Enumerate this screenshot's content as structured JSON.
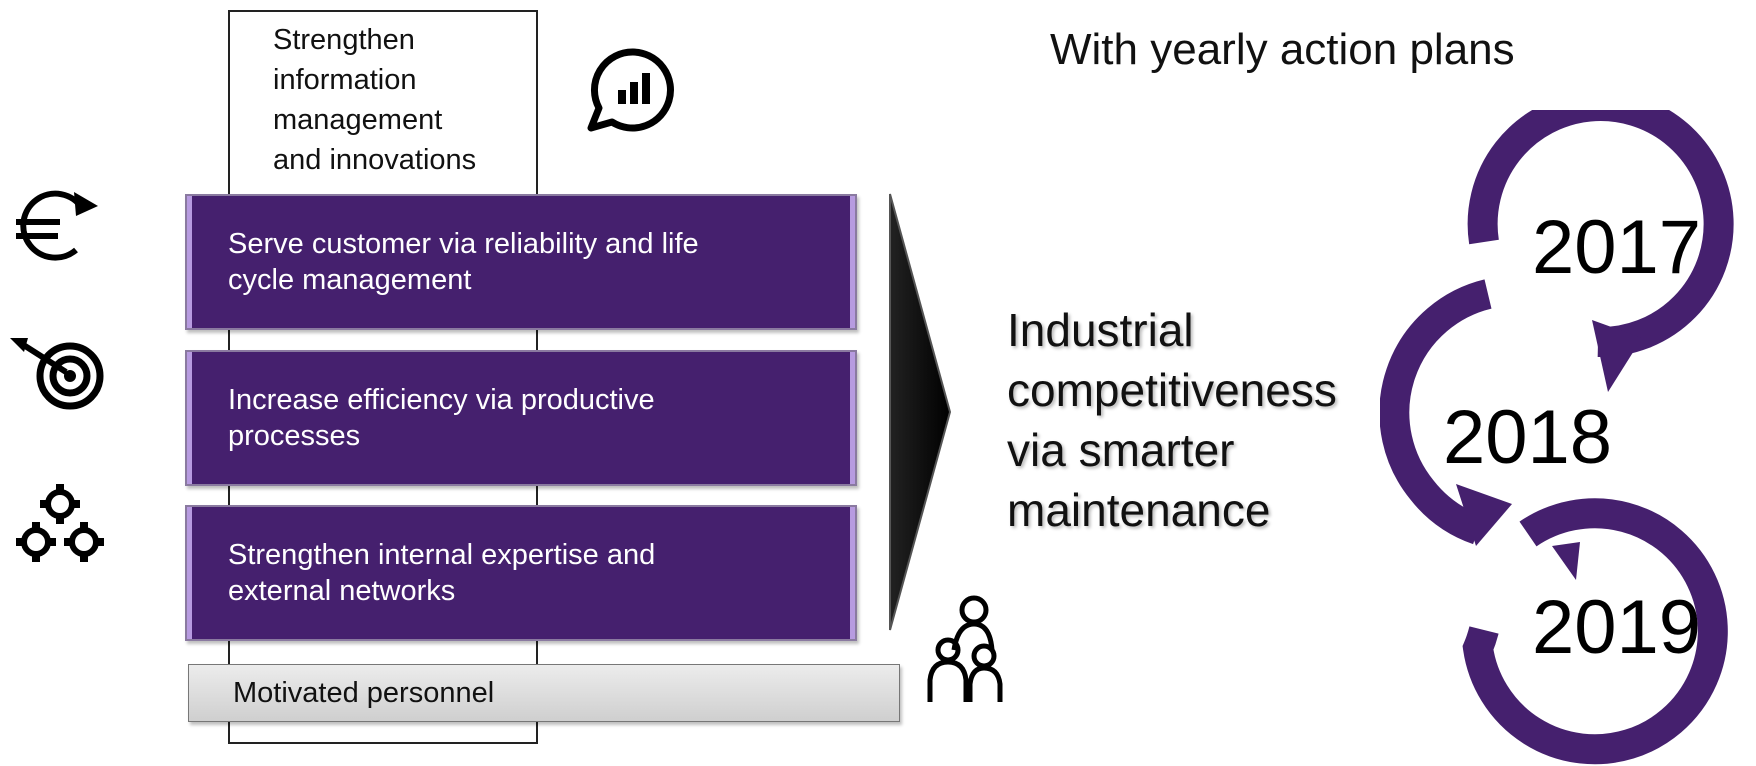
{
  "pillar": {
    "title_lines": [
      "Strengthen",
      "information",
      "management",
      "and innovations"
    ]
  },
  "bars": [
    {
      "line1": "Serve customer via reliability and life",
      "line2": "cycle management"
    },
    {
      "line1": "Increase efficiency via productive",
      "line2": "processes"
    },
    {
      "line1": "Strengthen internal expertise and",
      "line2": "external networks"
    }
  ],
  "base": {
    "label": "Motivated personnel"
  },
  "goal": {
    "lines": [
      "Industrial",
      "competitiveness",
      "via smarter",
      "maintenance"
    ]
  },
  "plans": {
    "heading": "With yearly action plans",
    "years": [
      "2017",
      "2018",
      "2019"
    ]
  },
  "icons": {
    "chat_chart": "chat-bubble-bar-chart-icon",
    "euro": "euro-cycle-icon",
    "target": "target-arrow-icon",
    "gears": "gears-cluster-icon",
    "people": "family-people-icon"
  },
  "colors": {
    "accent": "#45206e",
    "bar_highlight": "#b79be0",
    "base_fill": "#dcdcdc",
    "arrow": "#000000"
  }
}
